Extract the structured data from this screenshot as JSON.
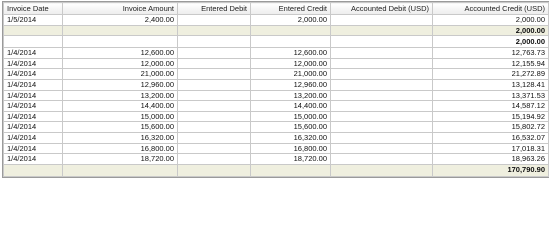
{
  "table": {
    "headers": [
      "Invoice Date",
      "Invoice Amount",
      "Entered Debit",
      "Entered Credit",
      "Accounted Debit (USD)",
      "Accounted Credit (USD)"
    ],
    "group1": {
      "rows": [
        [
          "1/5/2014",
          "2,400.00",
          "",
          "2,000.00",
          "",
          "2,000.00"
        ]
      ],
      "subtotal": "2,000.00",
      "total": "2,000.00"
    },
    "group2": {
      "rows": [
        [
          "1/4/2014",
          "12,600.00",
          "",
          "12,600.00",
          "",
          "12,763.73"
        ],
        [
          "1/4/2014",
          "12,000.00",
          "",
          "12,000.00",
          "",
          "12,155.94"
        ],
        [
          "1/4/2014",
          "21,000.00",
          "",
          "21,000.00",
          "",
          "21,272.89"
        ],
        [
          "1/4/2014",
          "12,960.00",
          "",
          "12,960.00",
          "",
          "13,128.41"
        ],
        [
          "1/4/2014",
          "13,200.00",
          "",
          "13,200.00",
          "",
          "13,371.53"
        ],
        [
          "1/4/2014",
          "14,400.00",
          "",
          "14,400.00",
          "",
          "14,587.12"
        ],
        [
          "1/4/2014",
          "15,000.00",
          "",
          "15,000.00",
          "",
          "15,194.92"
        ],
        [
          "1/4/2014",
          "15,600.00",
          "",
          "15,600.00",
          "",
          "15,802.72"
        ],
        [
          "1/4/2014",
          "16,320.00",
          "",
          "16,320.00",
          "",
          "16,532.07"
        ],
        [
          "1/4/2014",
          "16,800.00",
          "",
          "16,800.00",
          "",
          "17,018.31"
        ],
        [
          "1/4/2014",
          "18,720.00",
          "",
          "18,720.00",
          "",
          "18,963.26"
        ]
      ],
      "total": "170,790.90"
    }
  }
}
